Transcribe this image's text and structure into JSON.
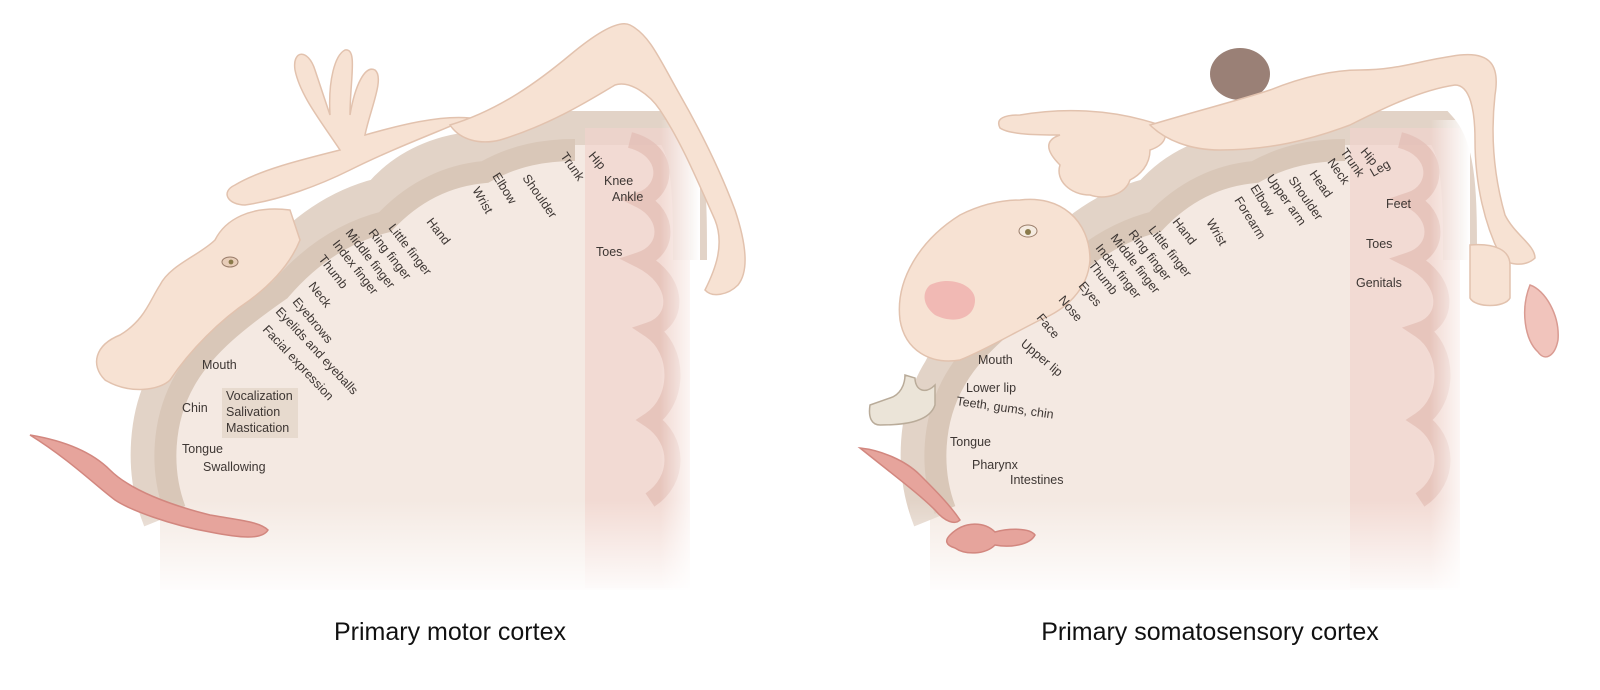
{
  "motor": {
    "title": "Primary motor cortex",
    "labels": {
      "toes": "Toes",
      "knee": "Knee",
      "ankle": "Ankle",
      "hip": "Hip",
      "trunk": "Trunk",
      "shoulder": "Shoulder",
      "elbow": "Elbow",
      "wrist": "Wrist",
      "hand": "Hand",
      "little_finger": "Little finger",
      "ring_finger": "Ring finger",
      "middle_finger": "Middle finger",
      "index_finger": "Index finger",
      "thumb": "Thumb",
      "neck": "Neck",
      "eyebrows": "Eyebrows",
      "eyelids_and_eyeballs": "Eyelids and eyeballs",
      "facial_expression": "Facial expression",
      "mouth": "Mouth",
      "chin": "Chin",
      "vocalization": "Vocalization",
      "salivation": "Salivation",
      "mastication": "Mastication",
      "tongue": "Tongue",
      "swallowing": "Swallowing"
    }
  },
  "sensory": {
    "title": "Primary somatosensory cortex",
    "labels": {
      "hip": "Hip",
      "leg": "Leg",
      "trunk": "Trunk",
      "neck": "Neck",
      "head": "Head",
      "shoulder": "Shoulder",
      "upper_arm": "Upper arm",
      "elbow": "Elbow",
      "forearm": "Forearm",
      "wrist": "Wrist",
      "hand": "Hand",
      "little_finger": "Little finger",
      "ring_finger": "Ring finger",
      "middle_finger": "Middle finger",
      "index_finger": "Index finger",
      "thumb": "Thumb",
      "eyes": "Eyes",
      "nose": "Nose",
      "face": "Face",
      "upper_lip": "Upper lip",
      "mouth": "Mouth",
      "lower_lip": "Lower lip",
      "teeth_gums_chin": "Teeth, gums, chin",
      "tongue": "Tongue",
      "pharynx": "Pharynx",
      "intestines": "Intestines",
      "feet": "Feet",
      "toes": "Toes",
      "genitals": "Genitals"
    }
  },
  "colors": {
    "skin": "#f7e2d3",
    "skin_outline": "#e2c2ae",
    "cortex_band": "#ddcdc0",
    "cortex_light": "#f4e9e2",
    "midline": "#f1d3cd",
    "tongue": "#e6a49c",
    "label": "#3d3633"
  }
}
